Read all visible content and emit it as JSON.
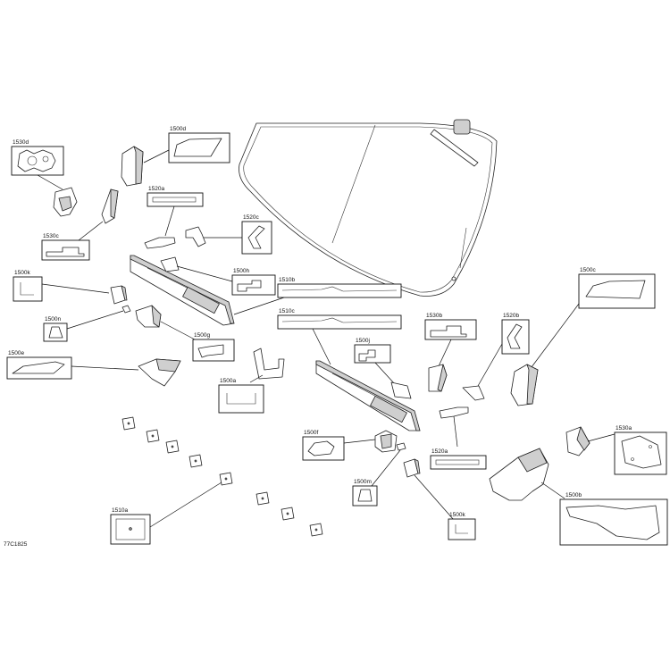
{
  "reference_code": "77C1825",
  "callouts": {
    "c1530d": "1530d",
    "c1500d": "1500d",
    "c1520a_top": "1520a",
    "c1520c": "1520c",
    "c1530c": "1530c",
    "c1500k_left": "1500k",
    "c1500h": "1500h",
    "c1510b": "1510b",
    "c1500n": "1500n",
    "c1510c": "1510c",
    "c1500g": "1500g",
    "c1500e": "1500e",
    "c1500a": "1500a",
    "c1530b": "1530b",
    "c1520b": "1520b",
    "c1500j": "1500j",
    "c1500c": "1500c",
    "c1500f": "1500f",
    "c1520a_right": "1520a",
    "c1530a": "1530a",
    "c1500m": "1500m",
    "c1500b": "1500b",
    "c1500k_bottom": "1500k",
    "c1510a": "1510a"
  }
}
